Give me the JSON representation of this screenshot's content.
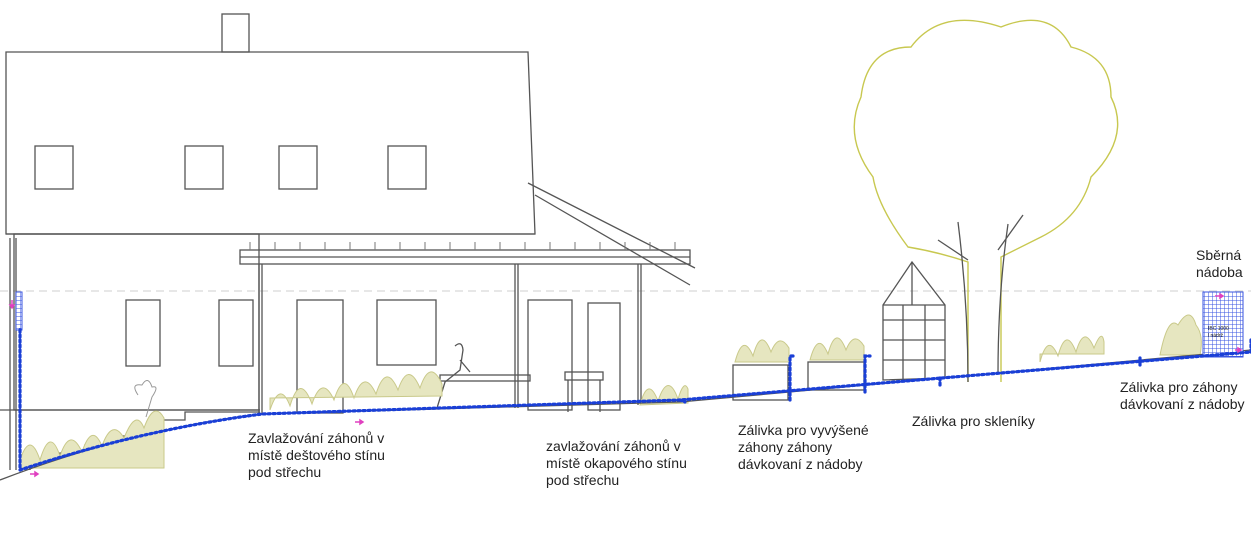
{
  "labels": {
    "rain_shadow": "Zavlažování záhonů v\nmístě deštového stínu\npod střechu",
    "drip_shadow": "zavlažování záhonů v\nmístě okapového stínu\npod střechu",
    "raised_beds": "Zálivka pro vyvýšené\nzáhony záhony\ndávkovaní z nádoby",
    "greenhouses": "Zálivka pro skleníky",
    "beds_tank": "Zálivka pro záhony\ndávkovaní z nádoby",
    "tank": "Sběrná\nnádoba",
    "tank_small": "IBC 1000\nl nádrž"
  },
  "colors": {
    "line": "#555555",
    "water_pipe": "#1a3fd6",
    "tank_fill": "#3a55e0",
    "foliage": "#c9c98a",
    "tree": "#c8c850",
    "flow_arrow": "#e040c0"
  },
  "icons": {
    "flow": "flow-arrow-icon",
    "tank": "water-tank-icon"
  }
}
